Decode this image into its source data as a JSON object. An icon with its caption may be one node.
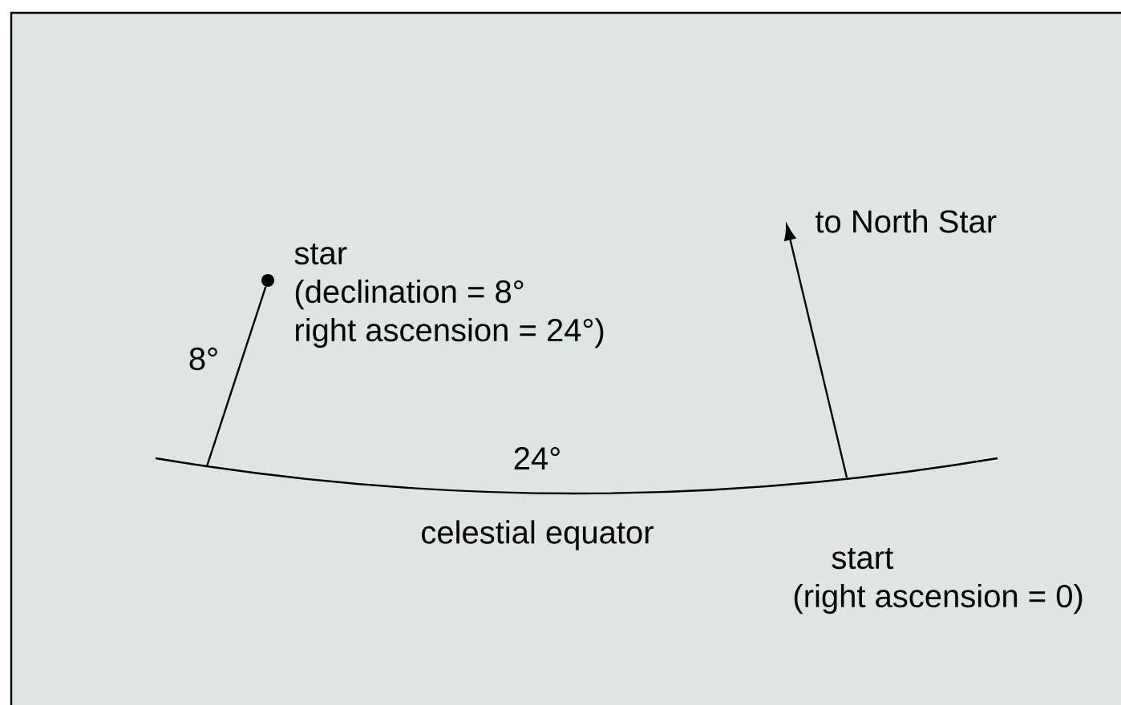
{
  "diagram": {
    "nodes": [
      {
        "text": [],
        "shape": "circle",
        "beside": [
          "star",
          "(declination = 8° right ascension = 24°)"
        ]
      },
      {
        "text": [
          "celestial equator"
        ]
      },
      {
        "text": [
          "to North Star"
        ]
      }
    ],
    "edges": [
      {
        "from": 1,
        "to": 0,
        "arrow": "none",
        "label": "8°"
      },
      {
        "from": 1,
        "to": 2,
        "arrow": "to"
      }
    ],
    "labels": [
      "24°",
      "start (right ascension = 0)"
    ]
  }
}
